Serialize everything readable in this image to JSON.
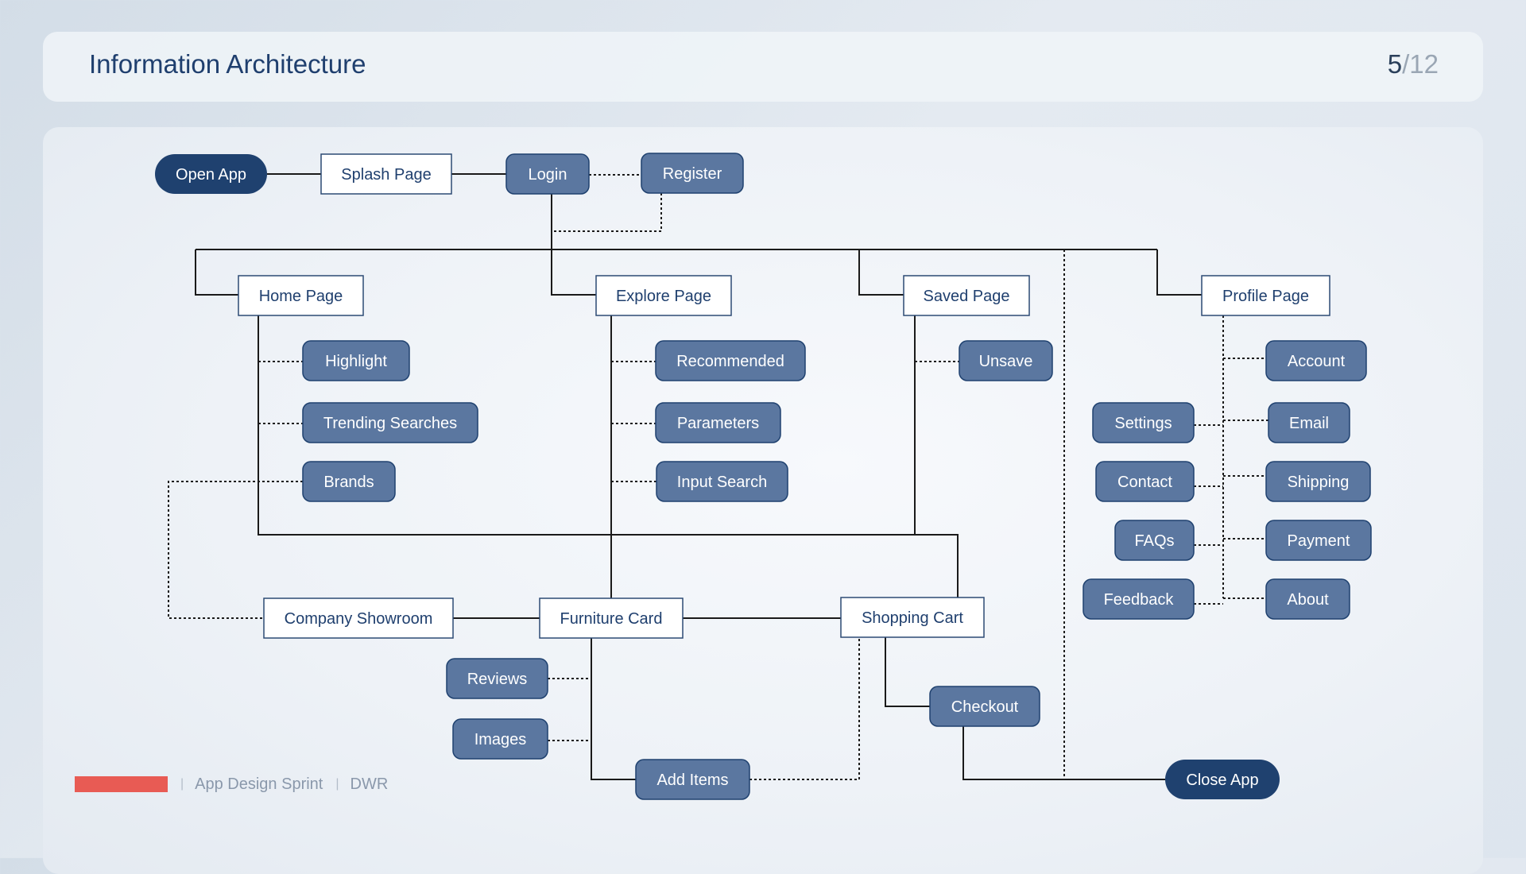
{
  "header": {
    "title": "Information Architecture",
    "page_current": "5",
    "page_separator": "/",
    "page_total": "12"
  },
  "footer": {
    "project": "App Design Sprint",
    "author": "DWR",
    "accent_color": "#e85b54"
  },
  "colors": {
    "terminal": "#1f416f",
    "feature": "#5b77a0",
    "page_border": "#2c4a74",
    "page_text": "#1f3f6e",
    "line": "#1a1a1a"
  },
  "nodes": [
    {
      "id": "open-app",
      "label": "Open App",
      "kind": "terminal"
    },
    {
      "id": "splash-page",
      "label": "Splash Page",
      "kind": "page"
    },
    {
      "id": "login",
      "label": "Login",
      "kind": "feature"
    },
    {
      "id": "register",
      "label": "Register",
      "kind": "feature"
    },
    {
      "id": "home-page",
      "label": "Home Page",
      "kind": "page"
    },
    {
      "id": "explore-page",
      "label": "Explore Page",
      "kind": "page"
    },
    {
      "id": "saved-page",
      "label": "Saved Page",
      "kind": "page"
    },
    {
      "id": "profile-page",
      "label": "Profile Page",
      "kind": "page"
    },
    {
      "id": "highlight",
      "label": "Highlight",
      "kind": "feature"
    },
    {
      "id": "trending-searches",
      "label": "Trending Searches",
      "kind": "feature"
    },
    {
      "id": "brands",
      "label": "Brands",
      "kind": "feature"
    },
    {
      "id": "recommended",
      "label": "Recommended",
      "kind": "feature"
    },
    {
      "id": "parameters",
      "label": "Parameters",
      "kind": "feature"
    },
    {
      "id": "input-search",
      "label": "Input Search",
      "kind": "feature"
    },
    {
      "id": "unsave",
      "label": "Unsave",
      "kind": "feature"
    },
    {
      "id": "account",
      "label": "Account",
      "kind": "feature"
    },
    {
      "id": "email",
      "label": "Email",
      "kind": "feature"
    },
    {
      "id": "shipping",
      "label": "Shipping",
      "kind": "feature"
    },
    {
      "id": "payment",
      "label": "Payment",
      "kind": "feature"
    },
    {
      "id": "about",
      "label": "About",
      "kind": "feature"
    },
    {
      "id": "settings",
      "label": "Settings",
      "kind": "feature"
    },
    {
      "id": "contact",
      "label": "Contact",
      "kind": "feature"
    },
    {
      "id": "faqs",
      "label": "FAQs",
      "kind": "feature"
    },
    {
      "id": "feedback",
      "label": "Feedback",
      "kind": "feature"
    },
    {
      "id": "company-showroom",
      "label": "Company Showroom",
      "kind": "page"
    },
    {
      "id": "furniture-card",
      "label": "Furniture Card",
      "kind": "page"
    },
    {
      "id": "shopping-cart",
      "label": "Shopping Cart",
      "kind": "page"
    },
    {
      "id": "reviews",
      "label": "Reviews",
      "kind": "feature"
    },
    {
      "id": "images",
      "label": "Images",
      "kind": "feature"
    },
    {
      "id": "add-items",
      "label": "Add Items",
      "kind": "feature"
    },
    {
      "id": "checkout",
      "label": "Checkout",
      "kind": "feature"
    },
    {
      "id": "close-app",
      "label": "Close App",
      "kind": "terminal"
    }
  ]
}
